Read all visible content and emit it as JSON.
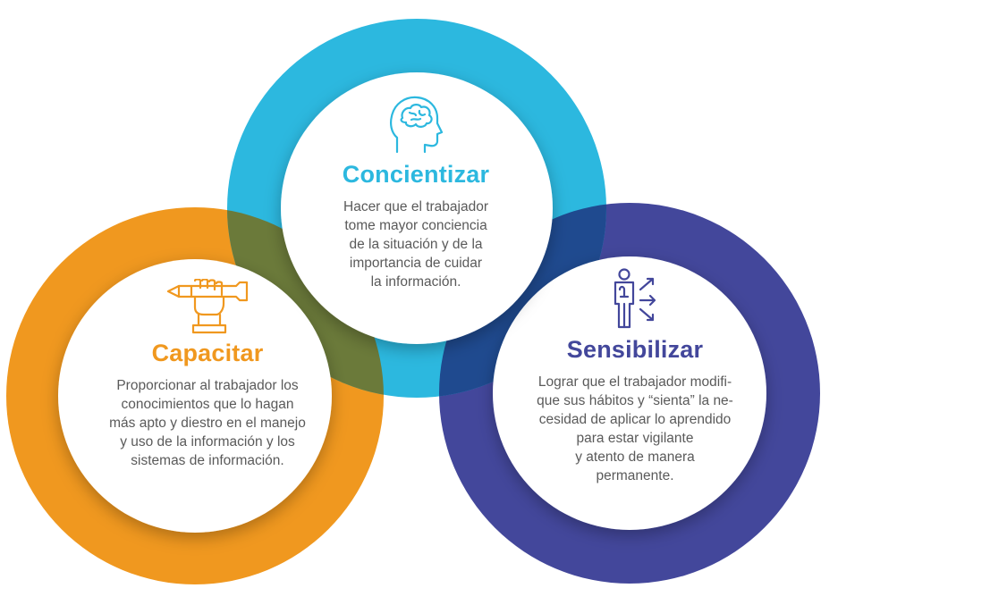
{
  "colors": {
    "concientizar": "#2cb8df",
    "capacitar": "#f0981f",
    "sensibilizar": "#43479b",
    "overlap_orange_blue": "#6b7a3a",
    "overlap_blue_purple": "#1f4a8f",
    "text": "#5a5a5a"
  },
  "sections": {
    "concientizar": {
      "icon": "head-brain-icon",
      "title": "Concientizar",
      "lines": [
        "Hacer que el trabajador",
        "tome mayor conciencia",
        "de la situación y de la",
        "importancia de cuidar",
        "la información."
      ]
    },
    "capacitar": {
      "icon": "hand-holding-pencil-icon",
      "title": "Capacitar",
      "lines": [
        "Proporcionar al trabajador los",
        "conocimientos que lo hagan",
        "más apto y diestro en el manejo",
        "y uso de la información y los",
        "sistemas de información."
      ]
    },
    "sensibilizar": {
      "icon": "person-arrows-icon",
      "title": "Sensibilizar",
      "lines": [
        "Lograr que el trabajador modifi-",
        "que sus hábitos y “sienta” la ne-",
        "cesidad de aplicar lo aprendido",
        "para estar vigilante",
        "y atento de manera",
        "permanente."
      ]
    }
  }
}
